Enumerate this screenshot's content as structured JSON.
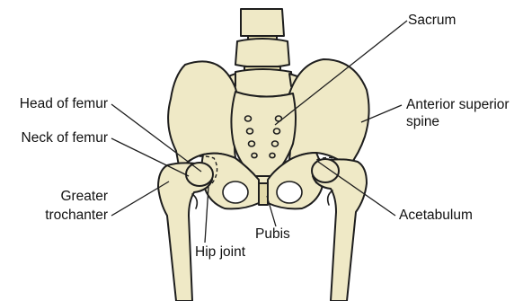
{
  "colors": {
    "bone": "#efe9c6",
    "bone_shade": "#e2d9a9",
    "line": "#1e1e1e",
    "background": "#ffffff"
  },
  "labels": {
    "sacrum": "Sacrum",
    "head_of_femur": "Head of femur",
    "neck_of_femur": "Neck of femur",
    "greater_trochanter_line1": "Greater",
    "greater_trochanter_line2": "trochanter",
    "anterior_superior_spine_line1": "Anterior superior",
    "anterior_superior_spine_line2": "spine",
    "acetabulum": "Acetabulum",
    "pubis": "Pubis",
    "hip_joint": "Hip joint"
  }
}
